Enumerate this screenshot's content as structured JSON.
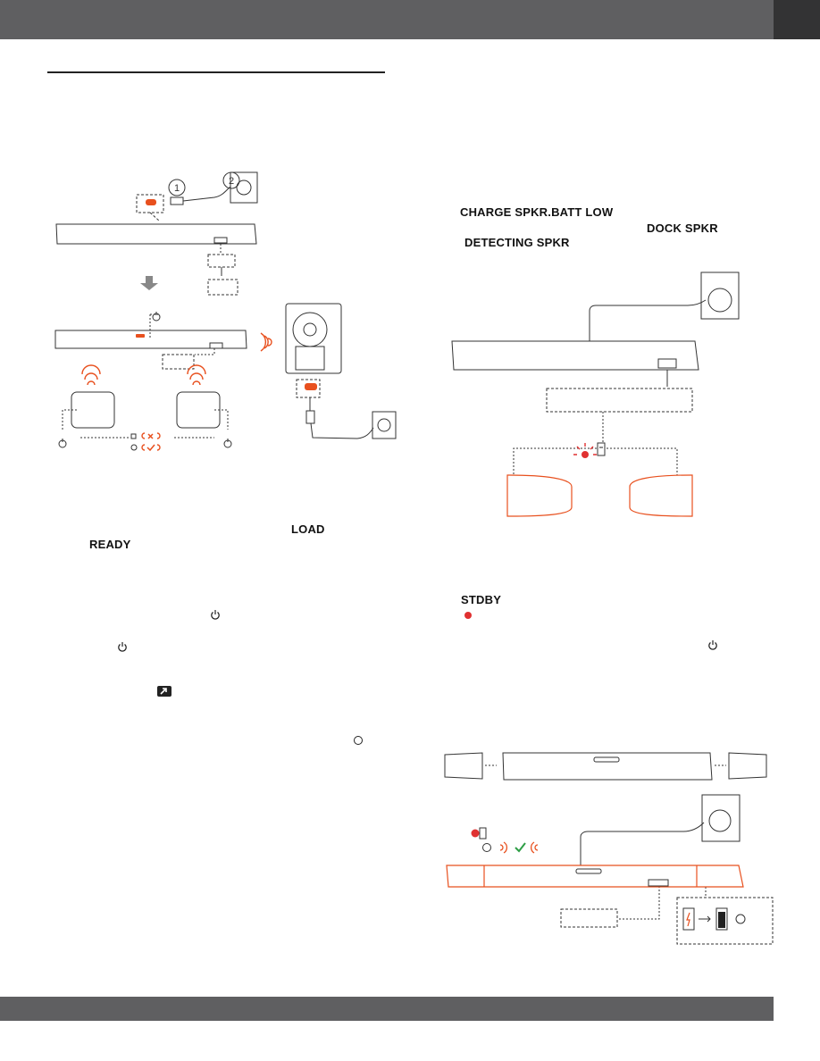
{
  "page": {
    "header_color": "#5f5f61",
    "header_tab_color": "#333334",
    "footer_color": "#5f5f61",
    "accent_orange": "#e8501e",
    "status_red": "#e03131"
  },
  "display_messages": {
    "load": "LOAD",
    "ready": "READY",
    "charge_spkr_batt_low": "CHARGE SPKR.BATT LOW",
    "dock_spkr": "DOCK SPKR",
    "detecting_spkr": "DETECTING SPKR",
    "stdby": "STDBY"
  },
  "illustrations": {
    "step_one": "1",
    "step_two": "2"
  },
  "icons": {
    "power": "power-icon",
    "source": "source-input-icon",
    "status_dot": "status-light-dot",
    "battery": "battery-icon",
    "wifi": "wireless-signal-icon",
    "check": "checkmark-icon"
  }
}
